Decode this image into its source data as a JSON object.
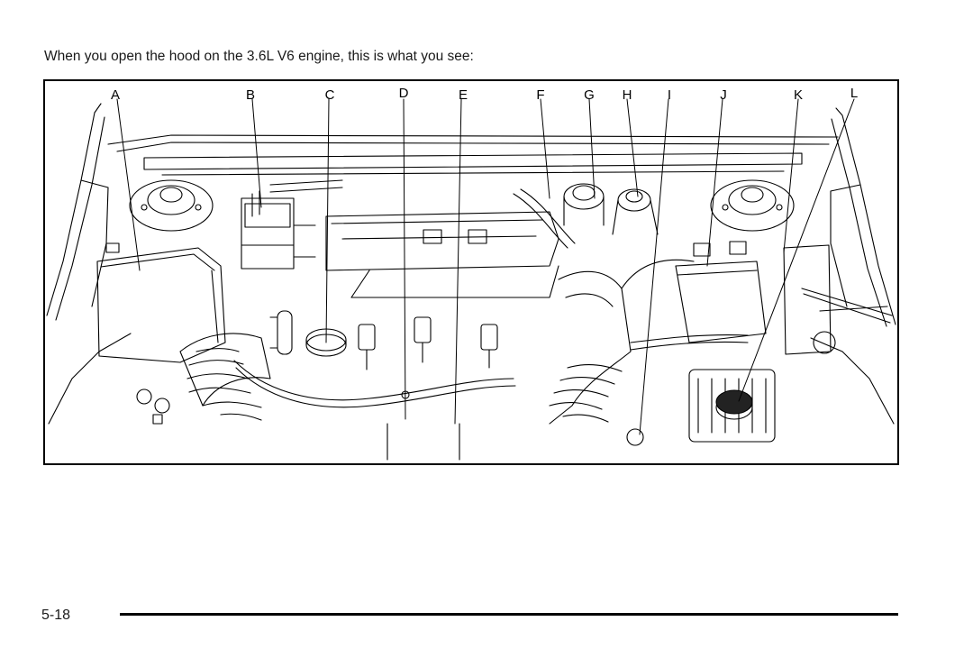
{
  "intro_text": "When you open the hood on the 3.6L V6 engine, this is what you see:",
  "callouts": [
    "A",
    "B",
    "C",
    "D",
    "E",
    "F",
    "G",
    "H",
    "I",
    "J",
    "K",
    "L"
  ],
  "page_number": "5-18"
}
